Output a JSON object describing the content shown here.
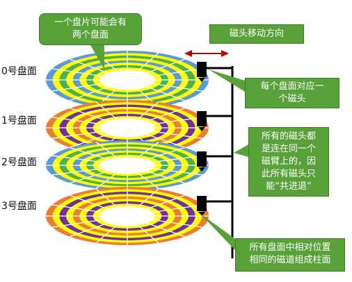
{
  "platter_labels": [
    "0号盘面",
    "1号盘面",
    "2号盘面",
    "3号盘面"
  ],
  "callouts": {
    "two_faces_line1": "一个盘片可能会有",
    "two_faces_line2": "两个盘面",
    "head_direction": "磁头移动方向",
    "one_head_line1": "每个盘面对应一",
    "one_head_line2": "个磁头",
    "shared_arm_line1": "所有的磁头都",
    "shared_arm_line2": "是连在同一个",
    "shared_arm_line3": "磁臂上的，因",
    "shared_arm_line4": "此所有磁头只",
    "shared_arm_line5": "能“共进退”",
    "cylinder_line1": "所有盘面中相对位置",
    "cylinder_line2": "相同的磁道组成柱面"
  },
  "platter_schemes": [
    [
      "#5b9bd5",
      "#ffff00",
      "#4caf50",
      "#ffff00",
      "#5b9bd5",
      "#ffff00",
      "#4caf50",
      "#ffff00"
    ],
    [
      "#ed7d31",
      "#ffff00",
      "#7030a0",
      "#ffff00",
      "#ed7d31",
      "#ffff00",
      "#7030a0",
      "#ffff00"
    ],
    [
      "#5b9bd5",
      "#ffff00",
      "#4caf50",
      "#ffff00",
      "#5b9bd5",
      "#ffff00",
      "#4caf50",
      "#ffff00"
    ],
    [
      "#ed7d31",
      "#ffff00",
      "#7030a0",
      "#ffff00",
      "#ed7d31",
      "#ffff00",
      "#7030a0",
      "#ffff00"
    ]
  ],
  "colors": {
    "callout_fill": "#59a23a",
    "arrow": "#c00000",
    "arm": "#000000"
  }
}
